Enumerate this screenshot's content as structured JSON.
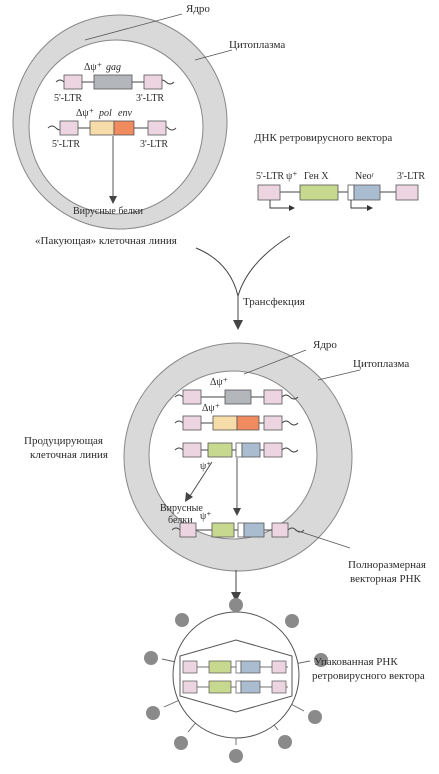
{
  "top_cell": {
    "nucleus_label": "Ядро",
    "cytoplasm_label": "Цитоплазма",
    "construct1": {
      "psi_label": "Δψ⁺",
      "gene_label": "gag",
      "ltr5": "5'-LTR",
      "ltr3": "3'-LTR"
    },
    "construct2": {
      "psi_label": "Δψ⁺",
      "pol_label": "pol",
      "env_label": "env",
      "ltr5": "5'-LTR",
      "ltr3": "3'-LTR"
    },
    "viral_proteins": "Вирусные белки",
    "cell_line_label": "«Пакующая» клеточная линия"
  },
  "vector": {
    "title": "ДНК ретровирусного вектора",
    "ltr5": "5'-LTR",
    "psi": "ψ⁺",
    "gene": "Ген X",
    "neo": "Neoʳ",
    "ltr3": "3'-LTR"
  },
  "transfection_label": "Трансфекция",
  "bottom_cell": {
    "nucleus_label": "Ядро",
    "cytoplasm_label": "Цитоплазма",
    "psi1": "Δψ⁺",
    "psi2": "Δψ⁺",
    "psi3": "ψ⁺",
    "producer_label_1": "Продуцирующая",
    "producer_label_2": "клеточная линия",
    "viral_proteins_1": "Вирусные",
    "viral_proteins_2": "белки",
    "rna_psi": "ψ⁺",
    "fullsize_rna_1": "Полноразмерная",
    "fullsize_rna_2": "векторная РНК"
  },
  "virion": {
    "packed_label_1": "Упакованная РНК",
    "packed_label_2": "ретровирусного вектора"
  },
  "colors": {
    "ltr_pink": "#ecd5e0",
    "gag_gray": "#b3b6bb",
    "pol_yellow": "#f6dca9",
    "env_orange": "#f08a5f",
    "gene_green": "#c7d88f",
    "neo_blue": "#a9bcd0",
    "cytoplasm_gray": "#d9d9d9",
    "nucleus_white": "#ffffff"
  }
}
